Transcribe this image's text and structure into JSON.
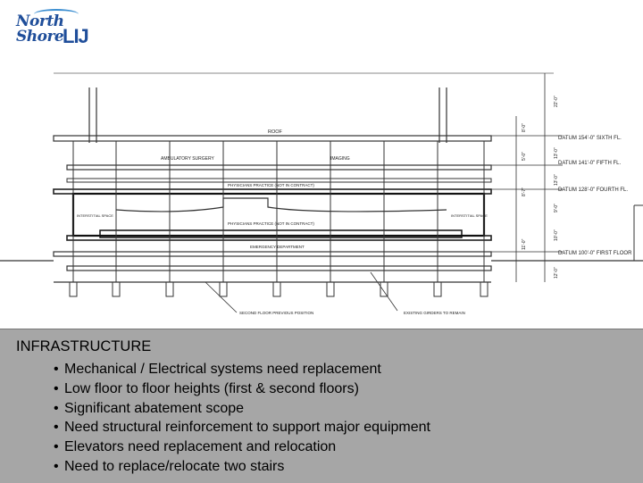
{
  "logo": {
    "line1": "North",
    "line2": "Shore",
    "suffix": "LIJ"
  },
  "drawing": {
    "labels": {
      "roof": "ROOF",
      "ambulatory_surgery": "AMBULATORY SURGERY",
      "imaging": "IMAGING",
      "physician_practice_upper": "PHYSICIANS PRACTICE (NOT IN CONTRACT)",
      "physician_practice_lower": "PHYSICIANS PRACTICE (NOT IN CONTRACT)",
      "emergency_department": "EMERGENCY DEPARTMENT",
      "interstitial_left": "INTERSTITIAL SPACE",
      "interstitial_right": "INTERSTITIAL SPACE",
      "second_floor_previous": "SECOND FLOOR PREVIOUS POSITION",
      "existing_girders": "EXISTING GIRDERS TO REMAIN"
    },
    "datums": [
      "DATUM 154'-0\" SIXTH FL.",
      "DATUM 141'-0\" FIFTH FL.",
      "DATUM 128'-0\" FOURTH FL.",
      "DATUM 100'-0\" FIRST FLOOR"
    ],
    "dimensions_outer": [
      "22'-0\"",
      "13'-0\"",
      "13'-0\"",
      "9'-0\"",
      "10'-0\"",
      "12'-0\""
    ],
    "dimensions_inner": [
      "8'-0\"",
      "5'-0\"",
      "8'-7\"",
      "11'-0\""
    ]
  },
  "panel": {
    "title": "INFRASTRUCTURE",
    "bullet_char": "•",
    "items": [
      "Mechanical / Electrical systems need replacement",
      "Low floor to floor heights (first & second floors)",
      "Significant abatement scope",
      "Need structural reinforcement to support major equipment",
      "Elevators need replacement and relocation",
      "Need to replace/relocate two stairs"
    ]
  }
}
